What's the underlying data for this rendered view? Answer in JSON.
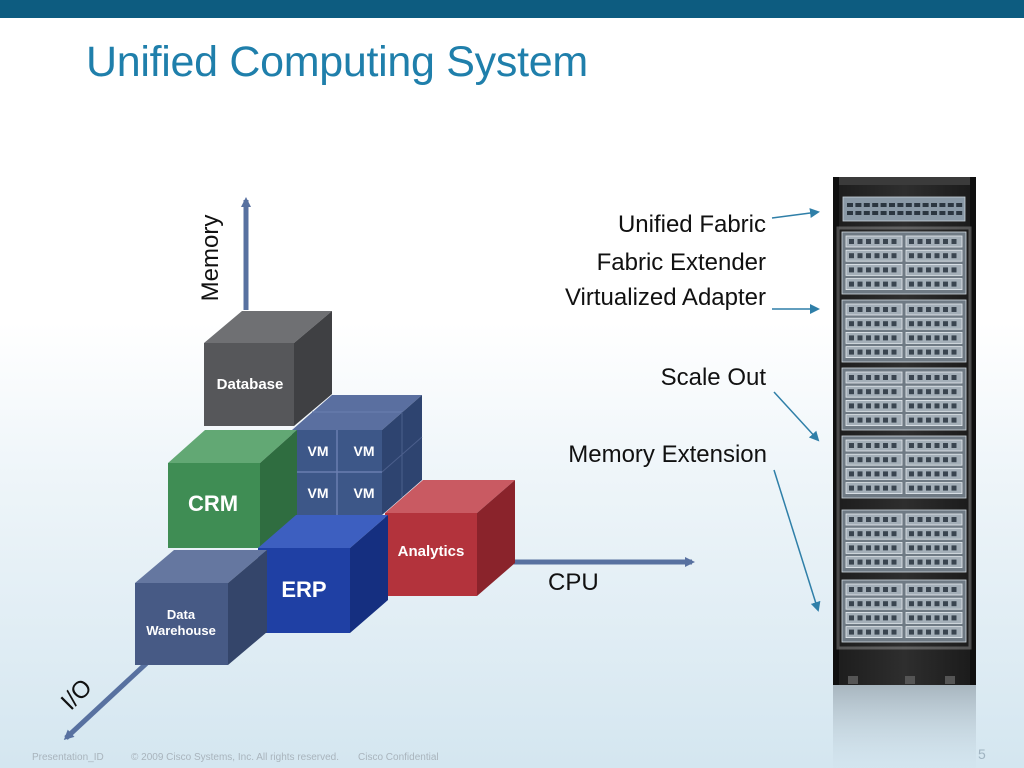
{
  "slide": {
    "title": "Unified Computing System",
    "footer": {
      "presentation_id": "Presentation_ID",
      "copyright": "© 2009 Cisco Systems, Inc. All rights reserved.",
      "confidential": "Cisco Confidential"
    },
    "page_number": "5"
  },
  "axes": {
    "y": "Memory",
    "x": "CPU",
    "z": "I/O"
  },
  "cubes": {
    "database": "Database",
    "crm": "CRM",
    "vm": [
      "VM",
      "VM",
      "VM",
      "VM"
    ],
    "erp": "ERP",
    "analytics": "Analytics",
    "data_warehouse_line1": "Data",
    "data_warehouse_line2": "Warehouse"
  },
  "colors": {
    "database": "#56575a",
    "crm": "#3f8d54",
    "vm": "#3d5788",
    "erp": "#1f40a4",
    "analytics": "#b3333c",
    "data_warehouse": "#475a85",
    "axis": "#5871a0",
    "callout": "#2f7fa8",
    "title": "#1f7fab"
  },
  "rack_callouts": [
    "Unified Fabric",
    "Fabric Extender",
    "Virtualized Adapter",
    "Scale Out",
    "Memory Extension"
  ]
}
